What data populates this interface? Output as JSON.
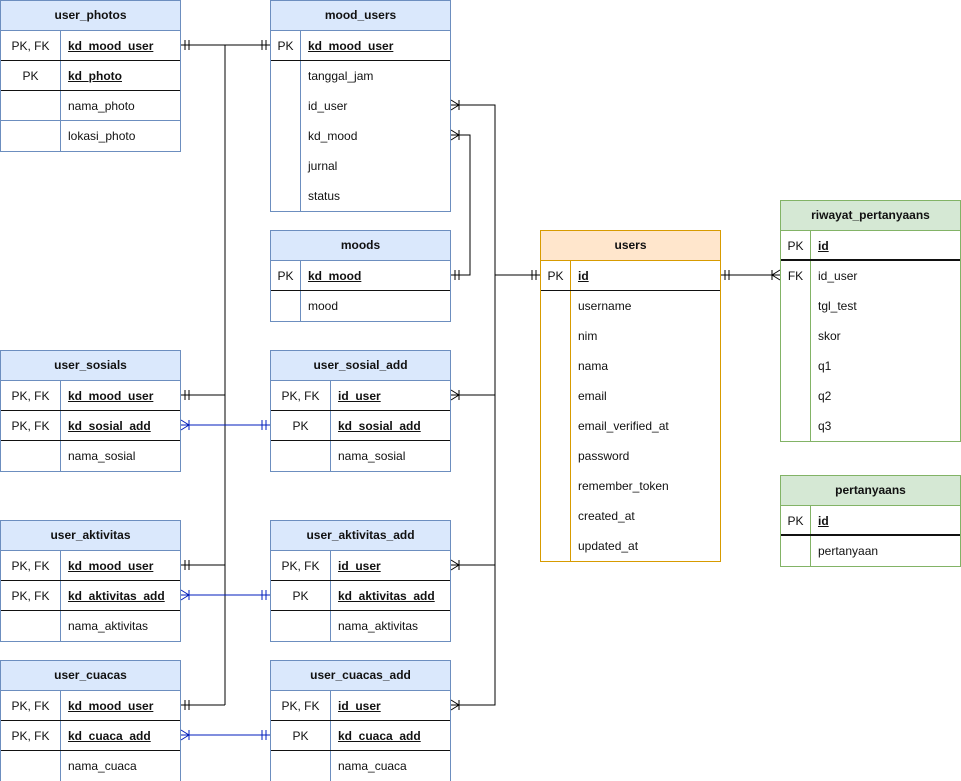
{
  "tables": {
    "user_photos": {
      "title": "user_photos",
      "rows": [
        {
          "key": "PK, FK",
          "name": "kd_mood_user"
        },
        {
          "key": "PK",
          "name": "kd_photo"
        },
        {
          "key": "",
          "name": "nama_photo"
        },
        {
          "key": "",
          "name": "lokasi_photo"
        }
      ]
    },
    "mood_users": {
      "title": "mood_users",
      "rows": [
        {
          "key": "PK",
          "name": "kd_mood_user"
        },
        {
          "key": "",
          "name": "tanggal_jam"
        },
        {
          "key": "",
          "name": "id_user"
        },
        {
          "key": "",
          "name": "kd_mood"
        },
        {
          "key": "",
          "name": "jurnal"
        },
        {
          "key": "",
          "name": "status"
        }
      ]
    },
    "moods": {
      "title": "moods",
      "rows": [
        {
          "key": "PK",
          "name": "kd_mood"
        },
        {
          "key": "",
          "name": "mood"
        }
      ]
    },
    "users": {
      "title": "users",
      "rows": [
        {
          "key": "PK",
          "name": "id"
        },
        {
          "key": "",
          "name": "username"
        },
        {
          "key": "",
          "name": "nim"
        },
        {
          "key": "",
          "name": "nama"
        },
        {
          "key": "",
          "name": "email"
        },
        {
          "key": "",
          "name": "email_verified_at"
        },
        {
          "key": "",
          "name": "password"
        },
        {
          "key": "",
          "name": "remember_token"
        },
        {
          "key": "",
          "name": "created_at"
        },
        {
          "key": "",
          "name": "updated_at"
        }
      ]
    },
    "riwayat_pertanyaans": {
      "title": "riwayat_pertanyaans",
      "rows": [
        {
          "key": "PK",
          "name": "id"
        },
        {
          "key": "FK",
          "name": "id_user"
        },
        {
          "key": "",
          "name": "tgl_test"
        },
        {
          "key": "",
          "name": "skor"
        },
        {
          "key": "",
          "name": "q1"
        },
        {
          "key": "",
          "name": "q2"
        },
        {
          "key": "",
          "name": "q3"
        }
      ]
    },
    "pertanyaans": {
      "title": "pertanyaans",
      "rows": [
        {
          "key": "PK",
          "name": "id"
        },
        {
          "key": "",
          "name": "pertanyaan"
        }
      ]
    },
    "user_sosials": {
      "title": "user_sosials",
      "rows": [
        {
          "key": "PK, FK",
          "name": "kd_mood_user"
        },
        {
          "key": "PK, FK",
          "name": "kd_sosial_add"
        },
        {
          "key": "",
          "name": "nama_sosial"
        }
      ]
    },
    "user_sosial_add": {
      "title": "user_sosial_add",
      "rows": [
        {
          "key": "PK, FK",
          "name": "id_user"
        },
        {
          "key": "PK",
          "name": "kd_sosial_add"
        },
        {
          "key": "",
          "name": "nama_sosial"
        }
      ]
    },
    "user_aktivitas": {
      "title": "user_aktivitas",
      "rows": [
        {
          "key": "PK, FK",
          "name": "kd_mood_user"
        },
        {
          "key": "PK, FK",
          "name": "kd_aktivitas_add"
        },
        {
          "key": "",
          "name": "nama_aktivitas"
        }
      ]
    },
    "user_aktivitas_add": {
      "title": "user_aktivitas_add",
      "rows": [
        {
          "key": "PK, FK",
          "name": "id_user"
        },
        {
          "key": "PK",
          "name": "kd_aktivitas_add"
        },
        {
          "key": "",
          "name": "nama_aktivitas"
        }
      ]
    },
    "user_cuacas": {
      "title": "user_cuacas",
      "rows": [
        {
          "key": "PK, FK",
          "name": "kd_mood_user"
        },
        {
          "key": "PK, FK",
          "name": "kd_cuaca_add"
        },
        {
          "key": "",
          "name": "nama_cuaca"
        }
      ]
    },
    "user_cuacas_add": {
      "title": "user_cuacas_add",
      "rows": [
        {
          "key": "PK, FK",
          "name": "id_user"
        },
        {
          "key": "PK",
          "name": "kd_cuaca_add"
        },
        {
          "key": "",
          "name": "nama_cuaca"
        }
      ]
    }
  },
  "relationships": [
    {
      "from": "user_photos.kd_mood_user",
      "to": "mood_users.kd_mood_user",
      "cardinality": "one-to-one"
    },
    {
      "from": "user_sosials.kd_mood_user",
      "to": "mood_users.kd_mood_user",
      "cardinality": "one-to-one"
    },
    {
      "from": "user_aktivitas.kd_mood_user",
      "to": "mood_users.kd_mood_user",
      "cardinality": "one-to-one"
    },
    {
      "from": "user_cuacas.kd_mood_user",
      "to": "mood_users.kd_mood_user",
      "cardinality": "one-to-one"
    },
    {
      "from": "mood_users.id_user",
      "to": "users.id",
      "cardinality": "many-to-one"
    },
    {
      "from": "mood_users.kd_mood",
      "to": "moods.kd_mood",
      "cardinality": "many-to-one"
    },
    {
      "from": "user_sosial_add.id_user",
      "to": "users.id",
      "cardinality": "many-to-one"
    },
    {
      "from": "user_aktivitas_add.id_user",
      "to": "users.id",
      "cardinality": "many-to-one"
    },
    {
      "from": "user_cuacas_add.id_user",
      "to": "users.id",
      "cardinality": "many-to-one"
    },
    {
      "from": "user_sosials.kd_sosial_add",
      "to": "user_sosial_add.kd_sosial_add",
      "cardinality": "many-to-one"
    },
    {
      "from": "user_aktivitas.kd_aktivitas_add",
      "to": "user_aktivitas_add.kd_aktivitas_add",
      "cardinality": "many-to-one"
    },
    {
      "from": "user_cuacas.kd_cuaca_add",
      "to": "user_cuacas_add.kd_cuaca_add",
      "cardinality": "many-to-one"
    },
    {
      "from": "riwayat_pertanyaans.id_user",
      "to": "users.id",
      "cardinality": "many-to-one"
    }
  ],
  "colors": {
    "blue_fill": "#dae8fc",
    "blue_stroke": "#6c8ebf",
    "orange_fill": "#ffe6cc",
    "orange_stroke": "#d79b00",
    "green_fill": "#d5e8d4",
    "green_stroke": "#82b366",
    "connector": "#000000",
    "connector_blue": "#001DBC"
  }
}
